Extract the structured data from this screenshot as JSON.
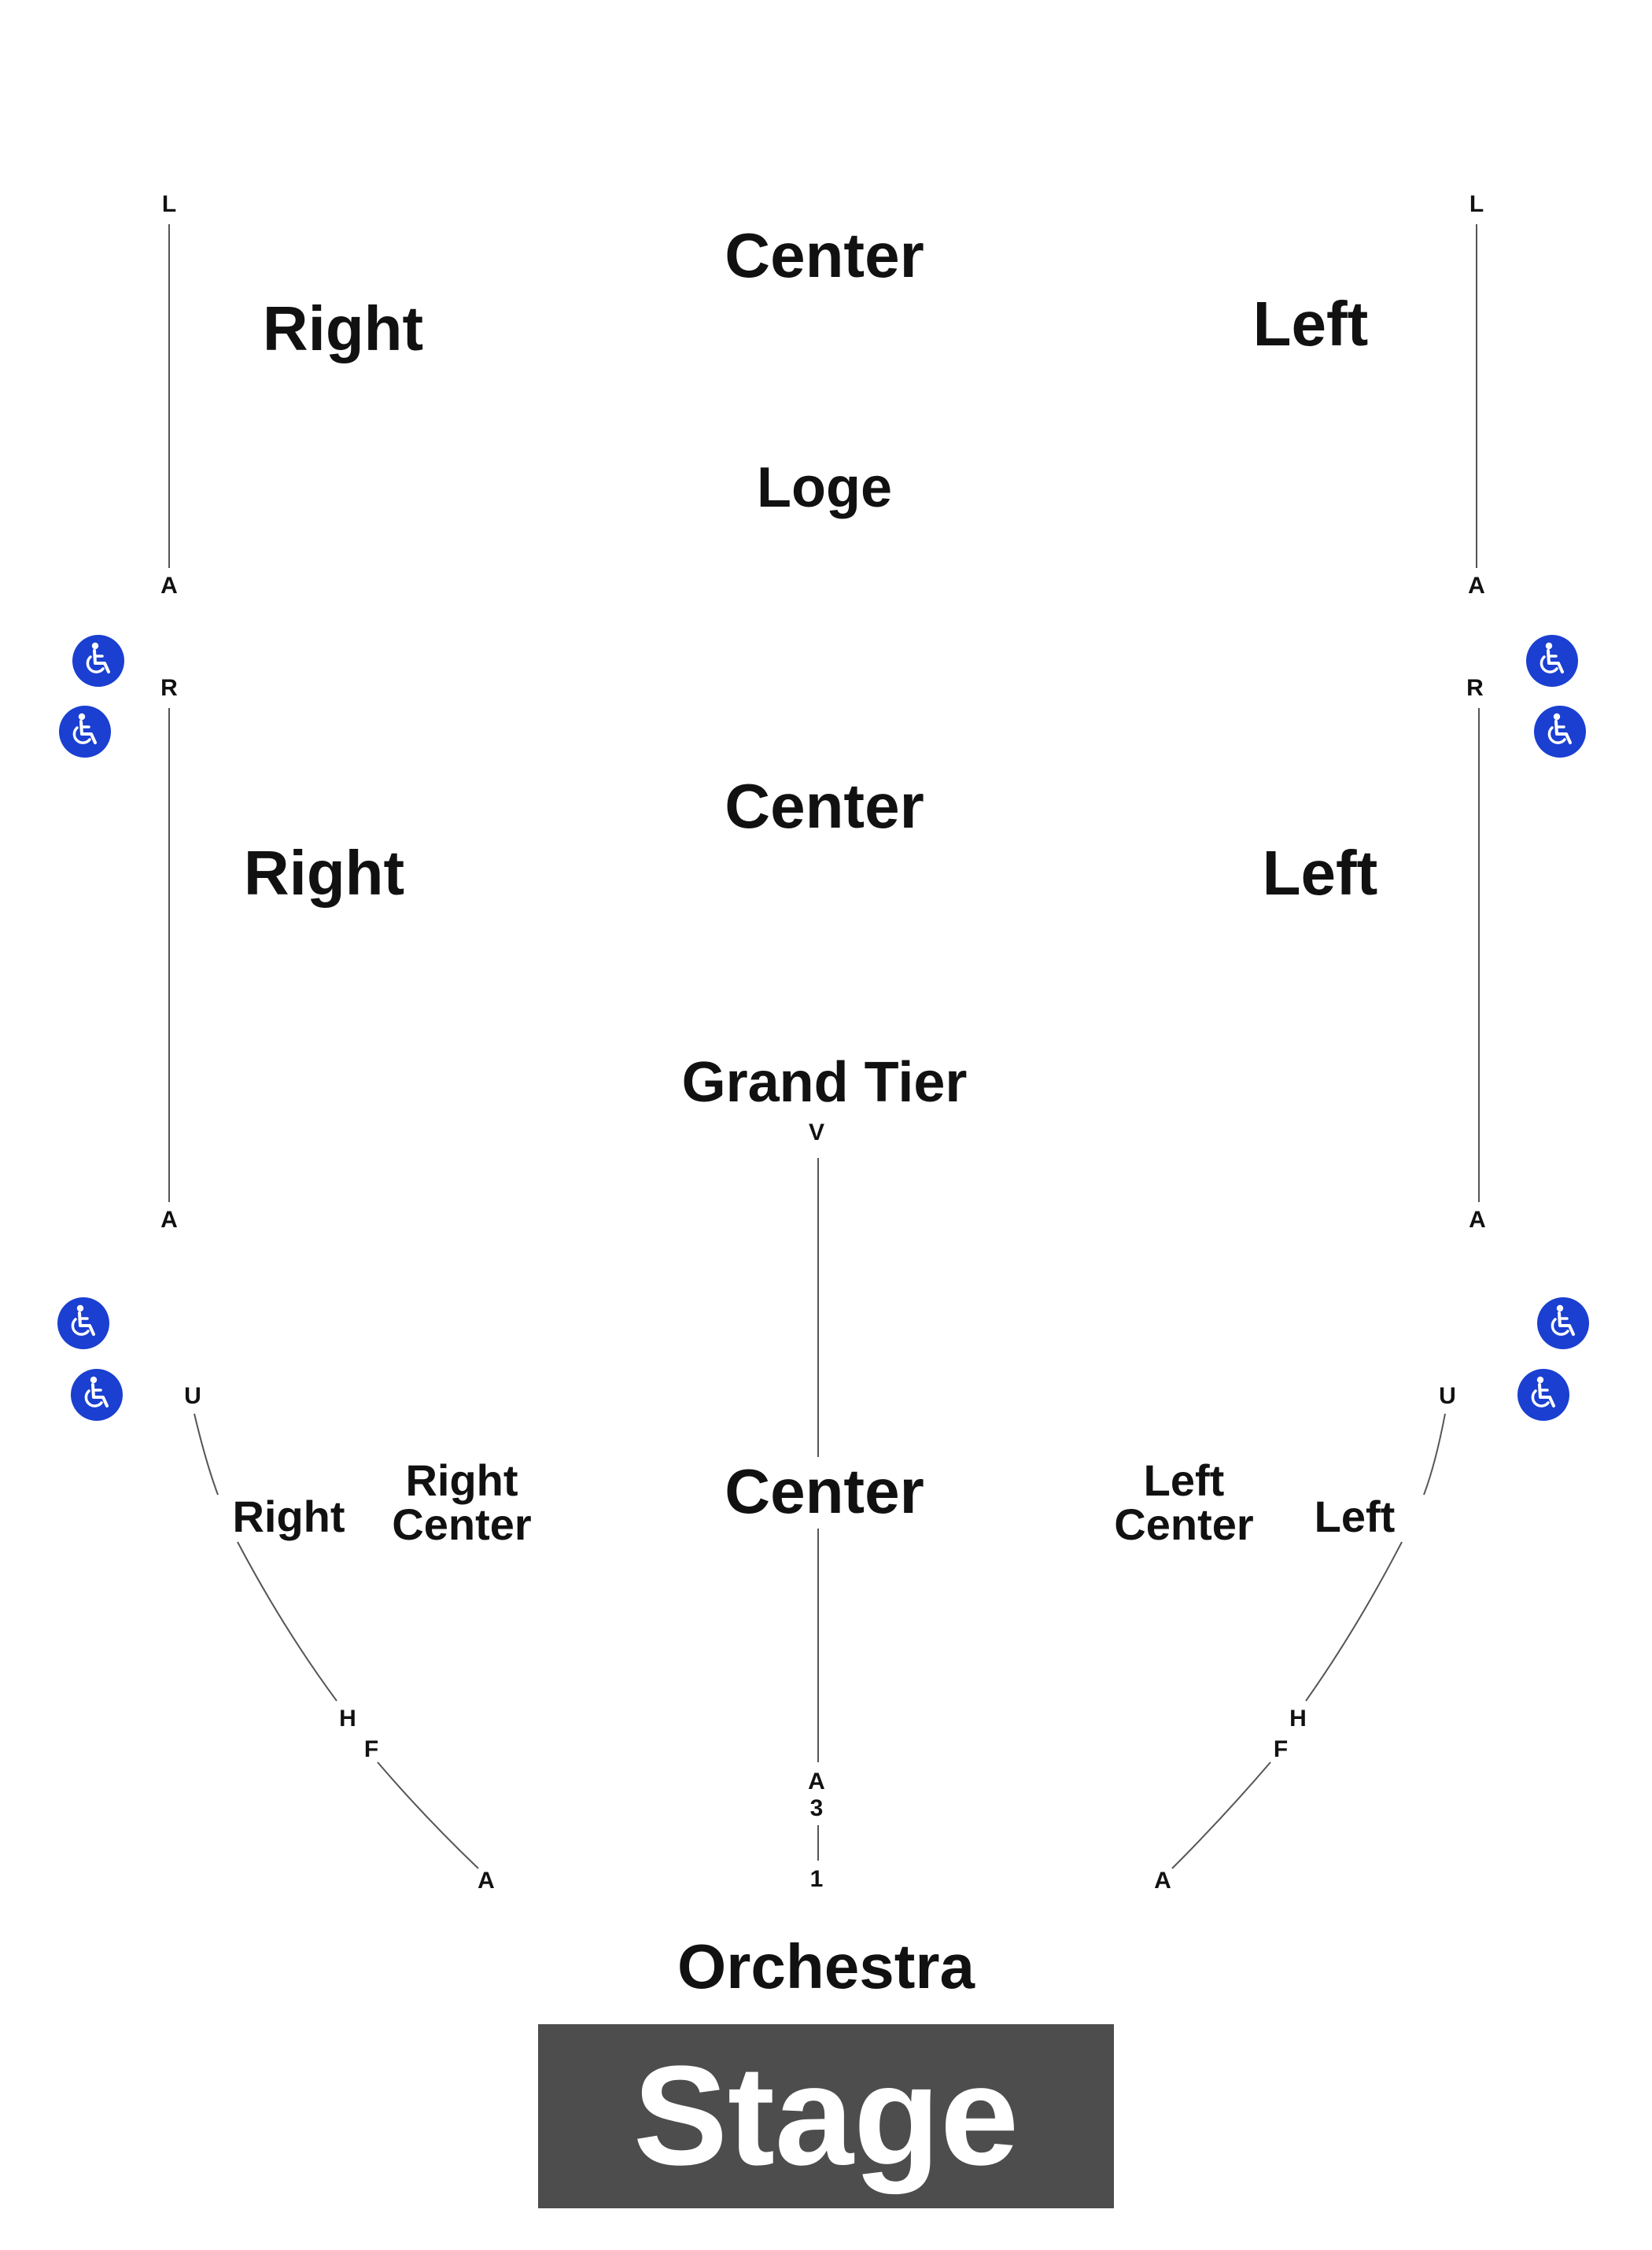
{
  "colors": {
    "accessible": "#1a3fd1",
    "stage": "#4d4d4d",
    "line": "#555555",
    "text": "#111111"
  },
  "loge": {
    "name": "Loge",
    "center": "Center",
    "right": "Right",
    "left": "Left",
    "rows": {
      "right_top": "L",
      "right_bottom": "A",
      "left_top": "L",
      "left_bottom": "A"
    }
  },
  "grand_tier": {
    "name": "Grand Tier",
    "center": "Center",
    "right": "Right",
    "left": "Left",
    "rows": {
      "right_top": "R",
      "right_bottom": "A",
      "left_top": "R",
      "left_bottom": "A",
      "center_top": "V"
    }
  },
  "orchestra": {
    "name": "Orchestra",
    "center": "Center",
    "right": "Right",
    "left": "Left",
    "right_center": [
      "Right",
      "Center"
    ],
    "left_center": [
      "Left",
      "Center"
    ],
    "rows": {
      "right_u": "U",
      "right_h": "H",
      "right_f": "F",
      "right_a": "A",
      "left_u": "U",
      "left_h": "H",
      "left_f": "F",
      "left_a": "A",
      "center_a": "A",
      "center_3": "3",
      "center_1": "1"
    }
  },
  "stage": {
    "label": "Stage"
  },
  "icons": {
    "wheelchair": "wheelchair-icon"
  }
}
